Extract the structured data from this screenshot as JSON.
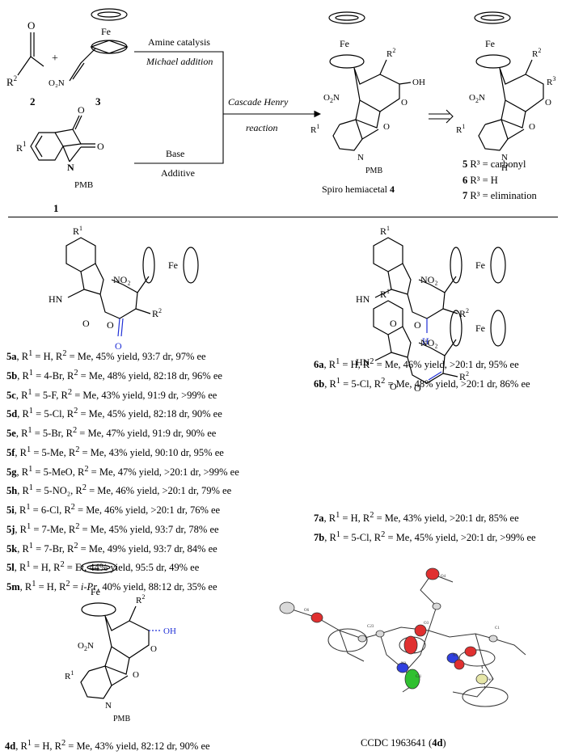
{
  "scheme": {
    "sm2": {
      "id": "2",
      "r": "R",
      "r_sup": "2"
    },
    "sm3": {
      "id": "3",
      "fe": "Fe",
      "no2": "O₂N"
    },
    "sm1": {
      "id": "1",
      "r": "R",
      "r_sup": "1",
      "pmb": "PMB",
      "n": "N"
    },
    "arrow_top_label1": "Amine catalysis",
    "arrow_top_label2": "Michael addition",
    "arrow_bottom_label1": "Base",
    "arrow_bottom_label2": "Additive",
    "cascade_label1": "Cascade Henry",
    "cascade_label2": "reaction",
    "product_caption": "Spiro hemiacetal",
    "product_id": "4",
    "derived_lines": [
      {
        "id": "5",
        "text": " R³ = carbonyl"
      },
      {
        "id": "6",
        "text": " R³ = H"
      },
      {
        "id": "7",
        "text": " R³ = elimination"
      }
    ]
  },
  "series5": [
    {
      "id": "5a",
      "r1": "H",
      "r2": "Me",
      "rest": ", 45% yield, 93:7 dr, 97% ee"
    },
    {
      "id": "5b",
      "r1": "4-Br",
      "r2": "Me",
      "rest": ", 48% yield, 82:18 dr, 96% ee"
    },
    {
      "id": "5c",
      "r1": "5-F",
      "r2": "Me",
      "rest": ", 43% yield, 91:9 dr, >99% ee"
    },
    {
      "id": "5d",
      "r1": "5-Cl",
      "r2": "Me",
      "rest": ", 45% yield, 82:18 dr, 90% ee"
    },
    {
      "id": "5e",
      "r1": "5-Br",
      "r2": "Me",
      "rest": ", 47% yield, 91:9 dr, 90% ee"
    },
    {
      "id": "5f",
      "r1": "5-Me",
      "r2": "Me",
      "rest": ", 43% yield, 90:10 dr, 95% ee"
    },
    {
      "id": "5g",
      "r1": "5-MeO",
      "r2": "Me",
      "rest": ", 47% yield, >20:1 dr, >99% ee"
    },
    {
      "id": "5h",
      "r1": "5-NO₂",
      "r2": "Me",
      "rest": ", 46% yield, >20:1 dr, 79% ee"
    },
    {
      "id": "5i",
      "r1": "6-Cl",
      "r2": "Me",
      "rest": ", 46% yield, >20:1 dr, 76% ee"
    },
    {
      "id": "5j",
      "r1": "7-Me",
      "r2": "Me",
      "rest": ", 45% yield, 93:7 dr, 78% ee"
    },
    {
      "id": "5k",
      "r1": "7-Br",
      "r2": "Me",
      "rest": ", 49% yield, 93:7 dr, 84% ee"
    },
    {
      "id": "5l",
      "r1": "H",
      "r2": "Et",
      "rest": ", 44% yield, 95:5 dr, 49% ee"
    },
    {
      "id": "5m",
      "r1": "H",
      "r2": "i-Pr",
      "rest": ", 40% yield, 88:12 dr, 35% ee"
    }
  ],
  "series6": [
    {
      "id": "6a",
      "r1": "H",
      "r2": "Me",
      "rest": ", 46% yield, >20:1 dr, 95% ee"
    },
    {
      "id": "6b",
      "r1": "5-Cl",
      "r2": "Me",
      "rest": ", 48% yield, >20:1 dr, 86% ee"
    }
  ],
  "series7": [
    {
      "id": "7a",
      "r1": "H",
      "r2": "Me",
      "rest": ", 43% yield, >20:1 dr, 85% ee"
    },
    {
      "id": "7b",
      "r1": "5-Cl",
      "r2": "Me",
      "rest": ", 45% yield, >20:1 dr, >99% ee"
    }
  ],
  "compound4d": {
    "id": "4d",
    "r1": "H",
    "r2": "Me",
    "rest": ", 43% yield, 82:12 dr, 90% ee"
  },
  "crystal": {
    "caption": "CCDC 1963641 (",
    "id": "4d",
    "close": ")"
  },
  "labels": {
    "r": "R",
    "sup1": "1",
    "sup2": "2",
    "eq": " = ",
    "comma_r2": ", R",
    "fe": "Fe",
    "no2": "NO₂",
    "hn": "HN",
    "o": "O",
    "oh": "OH",
    "h": "H",
    "pmb": "PMB",
    "n": "N",
    "nh": "N",
    "hbelow": "H"
  },
  "colors": {
    "highlight_blue": "#1f2fd6",
    "line": "#000000",
    "atom_o": "#e03030",
    "atom_n": "#3040e0",
    "atom_cl": "#30c030"
  }
}
